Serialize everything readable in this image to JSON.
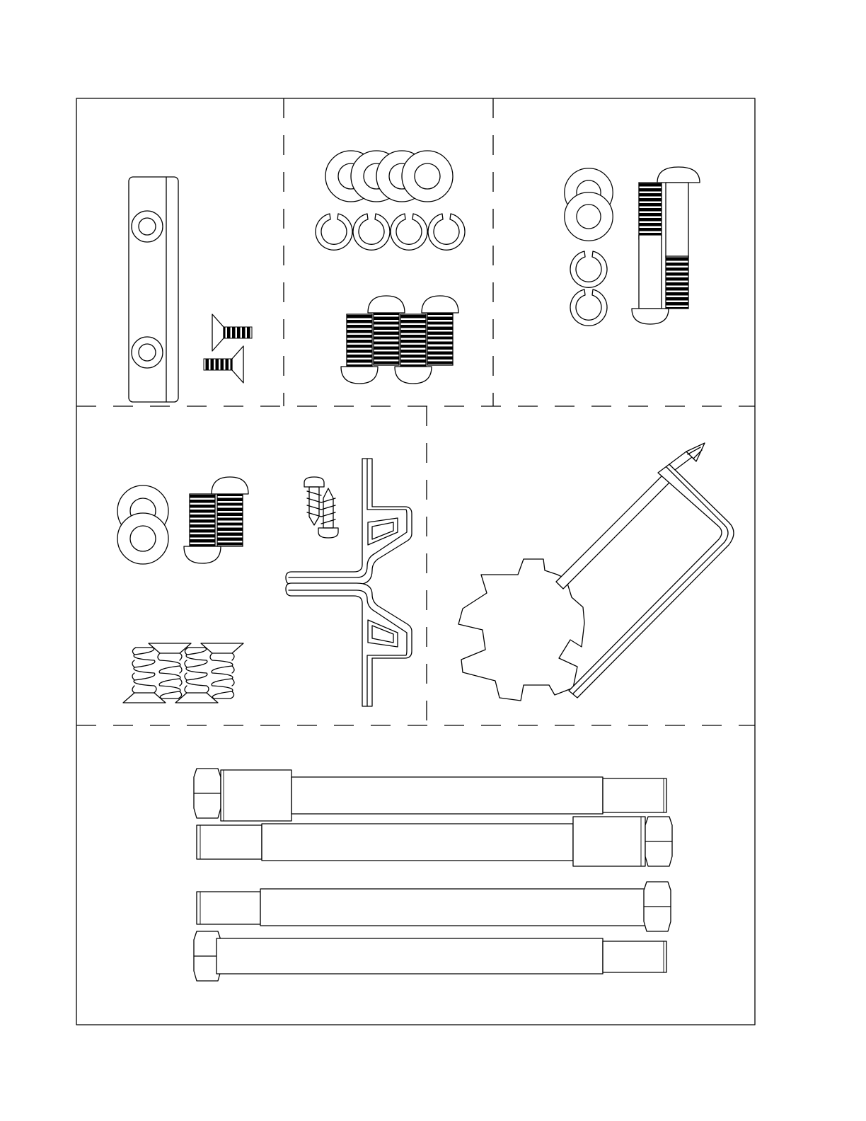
{
  "colors": {
    "line": "#000000",
    "background": "#ffffff"
  },
  "panels": [
    {
      "id": "panel-1",
      "items": [
        "flat-bar",
        "flat-head-screw",
        "flat-head-screw"
      ]
    },
    {
      "id": "panel-2",
      "items": [
        "washer",
        "washer",
        "washer",
        "washer",
        "lock-washer",
        "lock-washer",
        "lock-washer",
        "lock-washer",
        "button-head-screw",
        "button-head-screw",
        "button-head-screw",
        "button-head-screw"
      ]
    },
    {
      "id": "panel-3",
      "items": [
        "washer",
        "washer",
        "lock-washer",
        "lock-washer",
        "long-button-head-bolt",
        "long-button-head-bolt"
      ]
    },
    {
      "id": "panel-4",
      "items": [
        "washer",
        "washer",
        "button-head-screw",
        "button-head-screw",
        "coarse-flat-head-screw",
        "coarse-flat-head-screw",
        "coarse-flat-head-screw",
        "coarse-flat-head-screw"
      ]
    },
    {
      "id": "panel-5",
      "items": [
        "pan-head-tapping-screw",
        "pan-head-tapping-screw",
        "bracket",
        "bracket"
      ]
    },
    {
      "id": "panel-6",
      "items": [
        "spanner-wrench",
        "allen-key-screwdriver"
      ]
    },
    {
      "id": "panel-7",
      "items": [
        "hex-bolt",
        "hex-bolt",
        "hex-bolt",
        "hex-bolt"
      ]
    }
  ]
}
